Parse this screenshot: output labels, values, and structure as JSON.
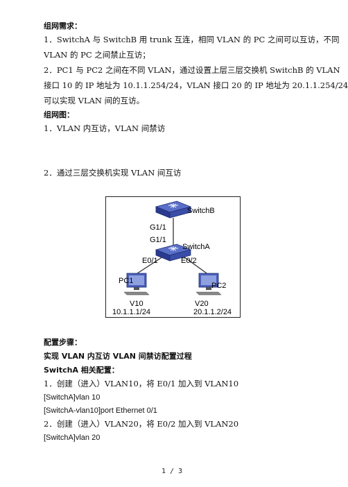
{
  "doc": {
    "heading_req": "组网需求：",
    "req1_a": "1．SwitchA 与 SwitchB 用 trunk 互连，相同 VLAN 的 PC 之间可以互访，不同",
    "req1_b": "VLAN 的 PC 之间禁止互访；",
    "req2_a": "2．PC1 与 PC2 之间在不同 VLAN，通过设置上层三层交换机 SwitchB 的 VLAN",
    "req2_b": "接口 10 的 IP 地址为 10.1.1.254/24，VLAN 接口 20 的 IP 地址为 20.1.1.254/24",
    "req2_c": "可以实现 VLAN 间的互访。",
    "heading_topo": "组网图：",
    "topo1": "1．VLAN 内互访，VLAN 间禁访",
    "topo2": "2．通过三层交换机实现 VLAN 间互访",
    "heading_steps": "配置步骤：",
    "heading_impl": "实现 VLAN 内互访 VLAN 间禁访配置过程",
    "heading_switcha": "SwitchA 相关配置：",
    "step1": "1．创建（进入）VLAN10，将 E0/1 加入到 VLAN10",
    "cmd1": "[SwitchA]vlan 10",
    "cmd2": "[SwitchA-vlan10]port Ethernet 0/1",
    "step2": "2．创建（进入）VLAN20，将 E0/2 加入到 VLAN20",
    "cmd3": "[SwitchA]vlan 20"
  },
  "diagram": {
    "switchb": "SwitchB",
    "switcha": "SwitchA",
    "g11_b": "G1/1",
    "g11_a": "G1/1",
    "e01": "E0/1",
    "e02": "E0/2",
    "pc1": "PC1",
    "pc2": "PC2",
    "v10": "V10",
    "v20": "V20",
    "ip1": "10.1.1.1/24",
    "ip2": "20.1.1.2/24",
    "switch_color": "#3a4ea8"
  },
  "footer": {
    "page": "1 / 3"
  }
}
